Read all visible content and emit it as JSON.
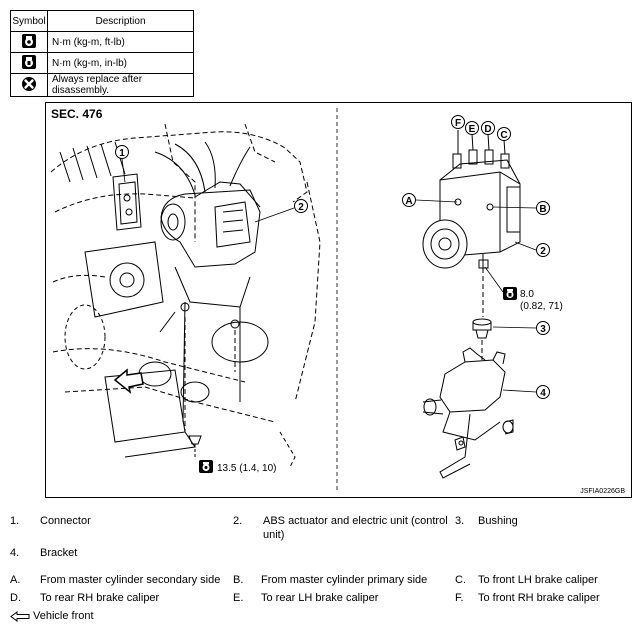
{
  "symbol_table": {
    "header_symbol": "Symbol",
    "header_description": "Description",
    "rows": [
      {
        "icon": "torque-ftlb-icon",
        "description": "N·m (kg-m, ft-lb)"
      },
      {
        "icon": "torque-inlb-icon",
        "description": "N·m (kg-m, in-lb)"
      },
      {
        "icon": "always-replace-icon",
        "description": "Always replace after disassembly."
      }
    ]
  },
  "figure": {
    "section": "SEC. 476",
    "code": "JSFIA0226GB",
    "callouts": {
      "n1": "1",
      "n2": "2",
      "n2b": "2",
      "n3": "3",
      "n4": "4",
      "A": "A",
      "B": "B",
      "C": "C",
      "D": "D",
      "E": "E",
      "F": "F"
    },
    "torque_left": "13.5 (1.4, 10)",
    "torque_right_1": "8.0",
    "torque_right_2": "(0.82, 71)"
  },
  "legend": {
    "items": [
      {
        "num": "1.",
        "text": "Connector"
      },
      {
        "num": "2.",
        "text": "ABS actuator and electric unit (control unit)"
      },
      {
        "num": "3.",
        "text": "Bushing"
      },
      {
        "num": "4.",
        "text": "Bracket"
      },
      {
        "num": "A.",
        "text": "From master cylinder secondary side"
      },
      {
        "num": "B.",
        "text": "From master cylinder primary side"
      },
      {
        "num": "C.",
        "text": "To front LH brake caliper"
      },
      {
        "num": "D.",
        "text": "To rear RH brake caliper"
      },
      {
        "num": "E.",
        "text": "To rear LH brake caliper"
      },
      {
        "num": "F.",
        "text": "To front RH brake caliper"
      }
    ],
    "vehicle_front": "Vehicle front"
  }
}
